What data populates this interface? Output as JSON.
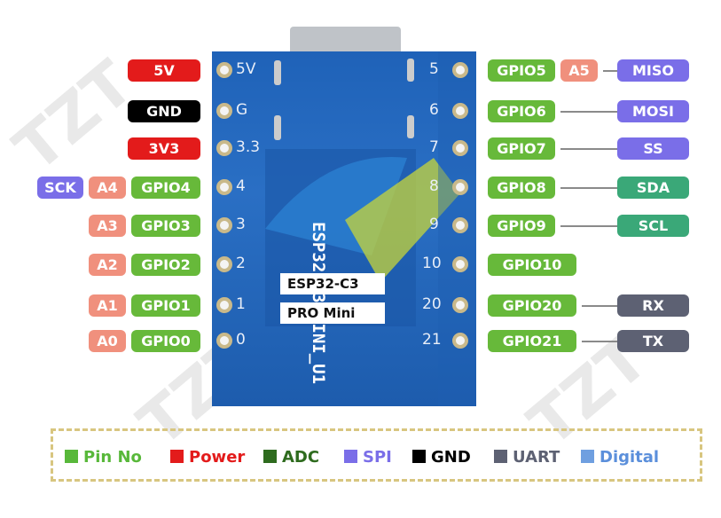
{
  "chip_label": [
    "ESP32-C3",
    "PRO Mini"
  ],
  "silkscreen_vertical": [
    "ESP32-C3_MINI_U1"
  ],
  "left_pins": [
    {
      "silk": "5V",
      "tags": [
        {
          "text": "5V",
          "cls": "power"
        }
      ]
    },
    {
      "silk": "G",
      "tags": [
        {
          "text": "GND",
          "cls": "gnd"
        }
      ]
    },
    {
      "silk": "3.3",
      "tags": [
        {
          "text": "3V3",
          "cls": "power"
        }
      ]
    },
    {
      "silk": "4",
      "tags": [
        {
          "text": "GPIO4",
          "cls": "pinno"
        },
        {
          "text": "A4",
          "cls": "adc"
        },
        {
          "text": "SCK",
          "cls": "spi"
        }
      ]
    },
    {
      "silk": "3",
      "tags": [
        {
          "text": "GPIO3",
          "cls": "pinno"
        },
        {
          "text": "A3",
          "cls": "adc"
        }
      ]
    },
    {
      "silk": "2",
      "tags": [
        {
          "text": "GPIO2",
          "cls": "pinno"
        },
        {
          "text": "A2",
          "cls": "adc"
        }
      ]
    },
    {
      "silk": "1",
      "tags": [
        {
          "text": "GPIO1",
          "cls": "pinno"
        },
        {
          "text": "A1",
          "cls": "adc"
        }
      ]
    },
    {
      "silk": "0",
      "tags": [
        {
          "text": "GPIO0",
          "cls": "pinno"
        },
        {
          "text": "A0",
          "cls": "adc"
        }
      ]
    }
  ],
  "right_pins": [
    {
      "silk": "5",
      "tags": [
        {
          "text": "GPIO5",
          "cls": "pinno"
        },
        {
          "text": "A5",
          "cls": "adc"
        },
        {
          "text": "MISO",
          "cls": "spi"
        }
      ]
    },
    {
      "silk": "6",
      "tags": [
        {
          "text": "GPIO6",
          "cls": "pinno"
        },
        {
          "text": "MOSI",
          "cls": "spi"
        }
      ]
    },
    {
      "silk": "7",
      "tags": [
        {
          "text": "GPIO7",
          "cls": "pinno"
        },
        {
          "text": "SS",
          "cls": "spi"
        }
      ]
    },
    {
      "silk": "8",
      "tags": [
        {
          "text": "GPIO8",
          "cls": "pinno"
        },
        {
          "text": "SDA",
          "cls": "i2c"
        }
      ]
    },
    {
      "silk": "9",
      "tags": [
        {
          "text": "GPIO9",
          "cls": "pinno"
        },
        {
          "text": "SCL",
          "cls": "i2c"
        }
      ]
    },
    {
      "silk": "10",
      "tags": [
        {
          "text": "GPIO10",
          "cls": "pinno"
        }
      ]
    },
    {
      "silk": "20",
      "tags": [
        {
          "text": "GPIO20",
          "cls": "pinno"
        },
        {
          "text": "RX",
          "cls": "uart"
        }
      ]
    },
    {
      "silk": "21",
      "tags": [
        {
          "text": "GPIO21",
          "cls": "pinno"
        },
        {
          "text": "TX",
          "cls": "uart"
        }
      ]
    }
  ],
  "legend": [
    {
      "label": "Pin No",
      "swatch": "#58b83a",
      "color": "#58b83a"
    },
    {
      "label": "Power",
      "swatch": "#e31b1b",
      "color": "#e31b1b"
    },
    {
      "label": "ADC",
      "swatch": "#2e6b1e",
      "color": "#2e6b1e"
    },
    {
      "label": "SPI",
      "swatch": "#7a6ee8",
      "color": "#7a6ee8"
    },
    {
      "label": "GND",
      "swatch": "#000000",
      "color": "#000000"
    },
    {
      "label": "UART",
      "swatch": "#5d6173",
      "color": "#5d6173"
    },
    {
      "label": "Digital",
      "swatch": "#6f9fe0",
      "color": "#5b8fdb"
    }
  ],
  "watermark": "TZT"
}
